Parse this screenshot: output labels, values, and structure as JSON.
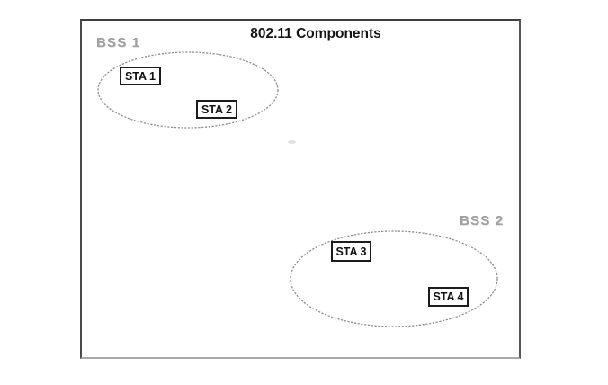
{
  "diagram": {
    "title": "802.11 Components",
    "groups": [
      {
        "label": "BSS 1",
        "stations": [
          {
            "label": "STA 1"
          },
          {
            "label": "STA 2"
          }
        ]
      },
      {
        "label": "BSS 2",
        "stations": [
          {
            "label": "STA 3"
          },
          {
            "label": "STA 4"
          }
        ]
      }
    ],
    "colors": {
      "background": "#ffffff",
      "frame_border": "#454545",
      "ellipse_stroke": "#8d8d8d",
      "bss_label_text": "#a0a0a0",
      "sta_box_border": "#1c1c1c",
      "title_text": "#141414"
    }
  }
}
